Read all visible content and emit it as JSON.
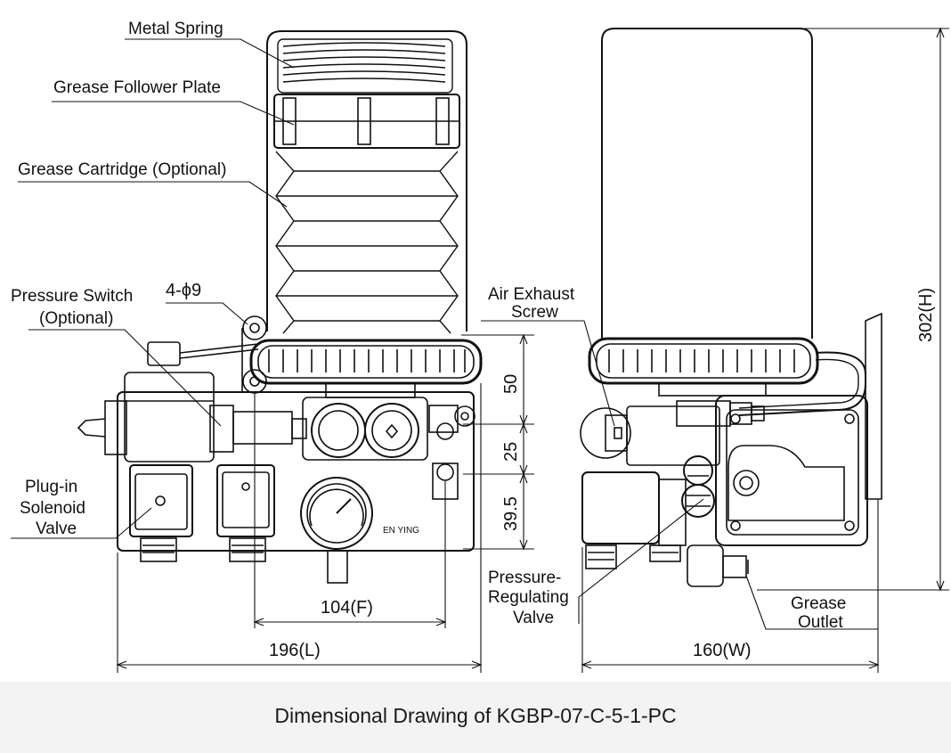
{
  "caption": "Dimensional Drawing of KGBP-07-C-5-1-PC",
  "labels": {
    "metal_spring": "Metal Spring",
    "grease_follower_plate": "Grease Follower Plate",
    "grease_cartridge": "Grease Cartridge (Optional)",
    "pressure_switch_l1": "Pressure Switch",
    "pressure_switch_l2": "(Optional)",
    "mount_holes": "4-ϕ9",
    "plugin_l1": "Plug-in",
    "plugin_l2": "Solenoid",
    "plugin_l3": "Valve",
    "air_exhaust_l1": "Air Exhaust",
    "air_exhaust_l2": "Screw",
    "prv_l1": "Pressure-",
    "prv_l2": "Regulating",
    "prv_l3": "Valve",
    "grease_outlet_l1": "Grease",
    "grease_outlet_l2": "Outlet",
    "brand": "EN YING"
  },
  "dimensions": {
    "d50": "50",
    "d25": "25",
    "d395": "39.5",
    "f104": "104(F)",
    "l196": "196(L)",
    "w160": "160(W)",
    "h302": "302(H)"
  }
}
